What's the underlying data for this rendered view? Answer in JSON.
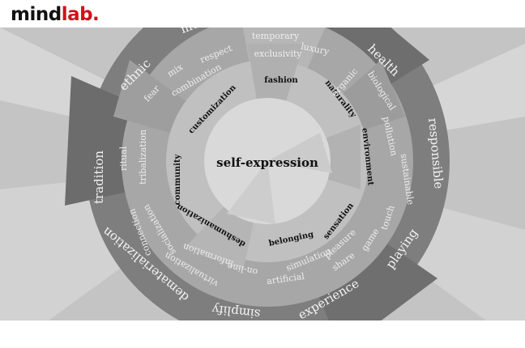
{
  "brand": {
    "logo_part1": "mind",
    "logo_part2": "lab."
  },
  "center": "self-expression",
  "inner_ring": [
    {
      "label": "fashion"
    },
    {
      "label": "naturality"
    },
    {
      "label": "environment"
    },
    {
      "label": "sensation"
    },
    {
      "label": "belonging"
    },
    {
      "label": "deshumanization"
    },
    {
      "label": "community"
    },
    {
      "label": "customization"
    }
  ],
  "middle_ring": [
    {
      "label": "temporary"
    },
    {
      "label": "exclusivity"
    },
    {
      "label": "luxury"
    },
    {
      "label": "organic"
    },
    {
      "label": "biological"
    },
    {
      "label": "pollution"
    },
    {
      "label": "sustainable"
    },
    {
      "label": "touch"
    },
    {
      "label": "game"
    },
    {
      "label": "pleasure"
    },
    {
      "label": "share"
    },
    {
      "label": "simulation"
    },
    {
      "label": "artificial"
    },
    {
      "label": "on-line"
    },
    {
      "label": "information"
    },
    {
      "label": "virtualization"
    },
    {
      "label": "socialization"
    },
    {
      "label": "connection"
    },
    {
      "label": "ritual"
    },
    {
      "label": "tribalization"
    },
    {
      "label": "respect"
    },
    {
      "label": "mix"
    },
    {
      "label": "combination"
    },
    {
      "label": "fear"
    }
  ],
  "outer_ring": [
    {
      "label": "health"
    },
    {
      "label": "responsible"
    },
    {
      "label": "playing"
    },
    {
      "label": "experience"
    },
    {
      "label": "simplify"
    },
    {
      "label": "dematerialization"
    },
    {
      "label": "tradition"
    },
    {
      "label": "ethnic"
    },
    {
      "label": "me"
    }
  ],
  "colors": {
    "background": "#bcbcbc",
    "outer_band": "#7e7e7e",
    "middle_band": "#a7a7a7",
    "inner_band": "#c0c0c0",
    "center_disc": "#d9d9d9",
    "logo_accent": "#d0121b"
  }
}
